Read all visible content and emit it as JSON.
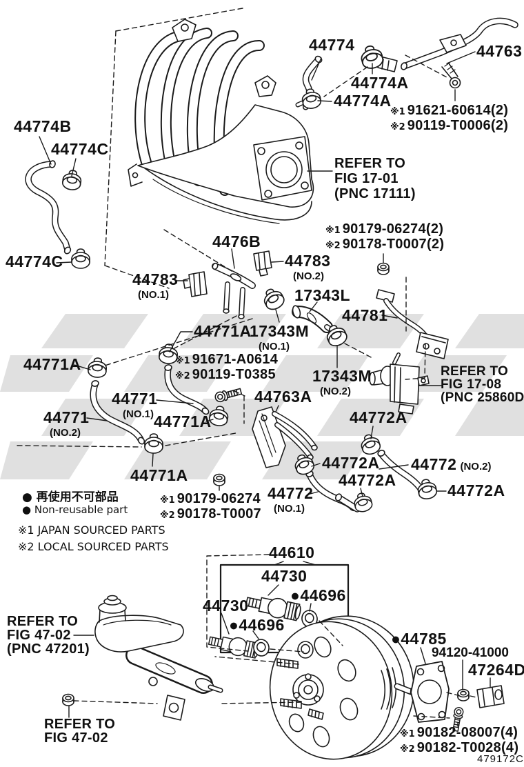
{
  "drawing_number": "479172C",
  "colors": {
    "line": "#1a1a1a",
    "watermark": "#e0e0e0",
    "background": "#ffffff"
  },
  "legend": {
    "jp": "● 再使用不可部品",
    "en": "● Non-reusable part",
    "x1": "※1 JAPAN SOURCED PARTS",
    "x2": "※2 LOCAL SOURCED PARTS"
  },
  "refer": {
    "fig1701": {
      "l1": "REFER TO",
      "l2": "FIG 17-01",
      "l3": "(PNC 17111)"
    },
    "fig1708": {
      "l1": "REFER TO",
      "l2": "FIG 17-08",
      "l3": "(PNC 25860D"
    },
    "fig4702a": {
      "l1": "REFER TO",
      "l2": "FIG 47-02",
      "l3": "(PNC 47201)"
    },
    "fig4702b": {
      "l1": "REFER TO",
      "l2": "FIG 47-02"
    }
  },
  "callouts": {
    "c44774": {
      "text": "44774"
    },
    "c44763": {
      "text": "44763"
    },
    "c44774A1": {
      "text": "44774A"
    },
    "c44774A2": {
      "text": "44774A"
    },
    "c44774B": {
      "text": "44774B"
    },
    "c44774C1": {
      "text": "44774C"
    },
    "c44774C2": {
      "text": "44774C"
    },
    "c4476B": {
      "text": "4476B"
    },
    "c44783n2": {
      "text": "44783",
      "sub": "(NO.2)"
    },
    "c44783n1": {
      "text": "44783",
      "sub": "(NO.1)"
    },
    "c17343L": {
      "text": "17343L"
    },
    "c44781": {
      "text": "44781"
    },
    "c44771A2": {
      "text": "44771A"
    },
    "c17343Mn1": {
      "text": "17343M",
      "sub": "(NO.1)"
    },
    "c44771A1": {
      "text": "44771A"
    },
    "c17343Mn2": {
      "text": "17343M",
      "sub": "(NO.2)"
    },
    "c44771n1": {
      "text": "44771",
      "sub": "(NO.1)"
    },
    "c44763A": {
      "text": "44763A"
    },
    "c44771n2": {
      "text": "44771",
      "sub": "(NO.2)"
    },
    "c44772Aa": {
      "text": "44772A"
    },
    "c44771A3": {
      "text": "44771A"
    },
    "c44772Ab": {
      "text": "44772A"
    },
    "c44772n2": {
      "text": "44772",
      "sub": "(NO.2)"
    },
    "c44771A4": {
      "text": "44771A"
    },
    "c44772Ac": {
      "text": "44772A"
    },
    "c44772Ad": {
      "text": "44772A"
    },
    "c44772n1": {
      "text": "44772",
      "sub": "(NO.1)"
    },
    "c44610": {
      "text": "44610"
    },
    "c44730a": {
      "text": "44730"
    },
    "c44696a": {
      "text": "●44696"
    },
    "c44730b": {
      "text": "44730"
    },
    "c44696b": {
      "text": "●44696"
    },
    "c44785": {
      "text": "●44785"
    },
    "c94120": {
      "text": "94120-41000"
    },
    "c47264D": {
      "text": "47264D"
    }
  },
  "xrefs": {
    "x91621": {
      "pre": "※1",
      "num": "91621-60614(2)"
    },
    "x90119a": {
      "pre": "※2",
      "num": "90119-T0006(2)"
    },
    "x90179a": {
      "pre": "※1",
      "num": "90179-06274(2)"
    },
    "x90178a": {
      "pre": "※2",
      "num": "90178-T0007(2)"
    },
    "x91671": {
      "pre": "※1",
      "num": "91671-A0614"
    },
    "x90119b": {
      "pre": "※2",
      "num": "90119-T0385"
    },
    "x90179b": {
      "pre": "※1",
      "num": "90179-06274"
    },
    "x90178b": {
      "pre": "※2",
      "num": "90178-T0007"
    },
    "x90182a": {
      "pre": "※1",
      "num": "90182-08007(4)"
    },
    "x90182b": {
      "pre": "※2",
      "num": "90182-T0028(4)"
    }
  }
}
